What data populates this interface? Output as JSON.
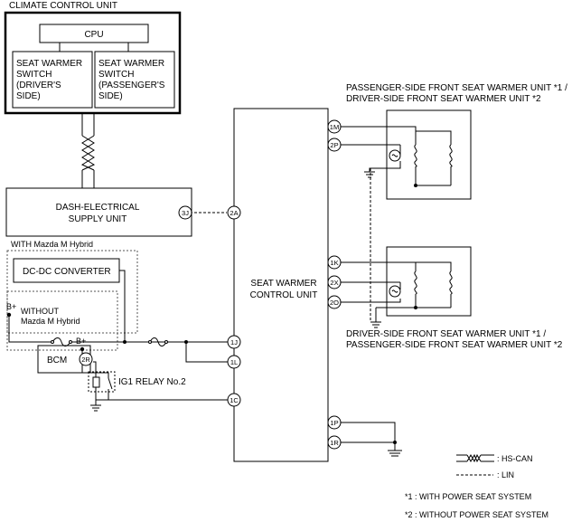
{
  "title": "CLIMATE CONTROL UNIT",
  "cpu": "CPU",
  "switch_driver": [
    "SEAT WARMER",
    "SWITCH",
    "(DRIVER'S",
    "SIDE)"
  ],
  "switch_passenger": [
    "SEAT WARMER",
    "SWITCH",
    "(PASSENGER'S",
    "SIDE)"
  ],
  "dash_supply": [
    "DASH-ELECTRICAL",
    "SUPPLY UNIT"
  ],
  "with_hybrid": "WITH Mazda M Hybrid",
  "dcdc": "DC-DC CONVERTER",
  "without_hybrid": [
    "WITHOUT",
    "Mazda M Hybrid"
  ],
  "bplus_left": "B+",
  "bplus_relay": "B+",
  "bcm": "BCM",
  "ig1_relay": "IG1 RELAY No.2",
  "control_unit": [
    "SEAT WARMER",
    "CONTROL UNIT"
  ],
  "upper_unit_label": [
    "PASSENGER-SIDE FRONT SEAT WARMER UNIT *1 /",
    "DRIVER-SIDE FRONT SEAT WARMER UNIT *2"
  ],
  "lower_unit_label": [
    "DRIVER-SIDE FRONT SEAT WARMER UNIT *1  /",
    "PASSENGER-SIDE FRONT SEAT WARMER UNIT *2"
  ],
  "pins": {
    "p3J": "3J",
    "p2A": "2A",
    "p1J": "1J",
    "p1L": "1L",
    "p1C": "1C",
    "p1M": "1M",
    "p2P": "2P",
    "p1K": "1K",
    "p2X": "2X",
    "p2O": "2O",
    "p1P": "1P",
    "p1R": "1R",
    "p2R": "2R"
  },
  "legend": {
    "hscan": ": HS-CAN",
    "lin": ": LIN"
  },
  "notes": [
    "*1 :  WITH POWER SEAT SYSTEM",
    "*2 :  WITHOUT POWER SEAT SYSTEM"
  ]
}
